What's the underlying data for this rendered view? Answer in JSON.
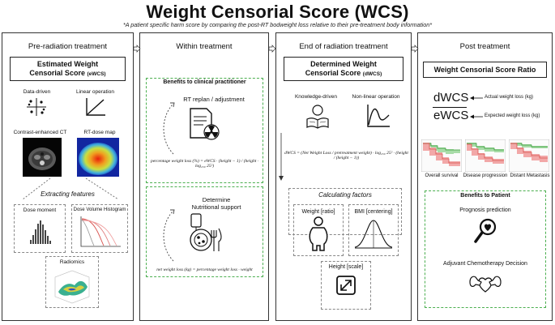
{
  "header": {
    "title": "Weight Censorial Score (WCS)",
    "subtitle": "*A patient specific harm score by comparing the post-RT bodweight loss relative to their pre-treatment body information*"
  },
  "col1": {
    "heading": "Pre-radiation treatment",
    "box_title_1": "Estimated Weight",
    "box_title_2": "Censorial Score",
    "box_abbr": "(eWCS)",
    "data_driven": "Data-driven",
    "linear_operation": "Linear operation",
    "ct_label": "Contrast-enhanced CT",
    "dose_label": "RT-dose map",
    "extracting": "Extracting features",
    "dose_moment": "Dose moment",
    "dvh": "Dose Volume Histogram",
    "radiomics": "Radiomics"
  },
  "col2": {
    "heading": "Within treatment",
    "benefits_title": "Benefits to clinical practitioner",
    "rt_replan": "RT replan / adjustment",
    "formula1": "percentage weight loss (%) = eWCS · (height − 1) / (height · log₂₅₀ 25²)",
    "determine": "Determine",
    "nutritional": "Nutritional support",
    "formula2": "net weight loss (kg) = percentage weight loss · weight"
  },
  "col3": {
    "heading": "End of radiation treatment",
    "box_title_1": "Determined Weight",
    "box_title_2": "Censorial Score",
    "box_abbr": "(dWCS)",
    "knowledge": "Knowledge-driven",
    "nonlinear": "Non-linear operation",
    "formula": "dWCS = (Net Weight Loss / pretreatment weight) · log₂₅₀ 25² · (height / (height − 1))",
    "calculating": "Calculating factors",
    "weight_ratio": "Weight [ratio]",
    "bmi": "BMI [centering]",
    "height_scale": "Height [scale]"
  },
  "col4": {
    "heading": "Post treatment",
    "box_title": "Weight Censorial Score Ratio",
    "dwcs": "dWCS",
    "ewcs": "eWCS",
    "actual": "Actual weight loss (kg)",
    "expected": "Expected weight loss (kg)",
    "km1": "Overall survival",
    "km2": "Disease progression",
    "km3": "Distant Metastasis",
    "benefits_title": "Benefits to Patient",
    "prognosis": "Prognosis prediction",
    "adjuvant": "Adjuvant Chemotherapy Decision"
  },
  "colors": {
    "green_dash": "#4caf50",
    "km_red": "#d9534f",
    "km_green": "#5cb85c"
  }
}
